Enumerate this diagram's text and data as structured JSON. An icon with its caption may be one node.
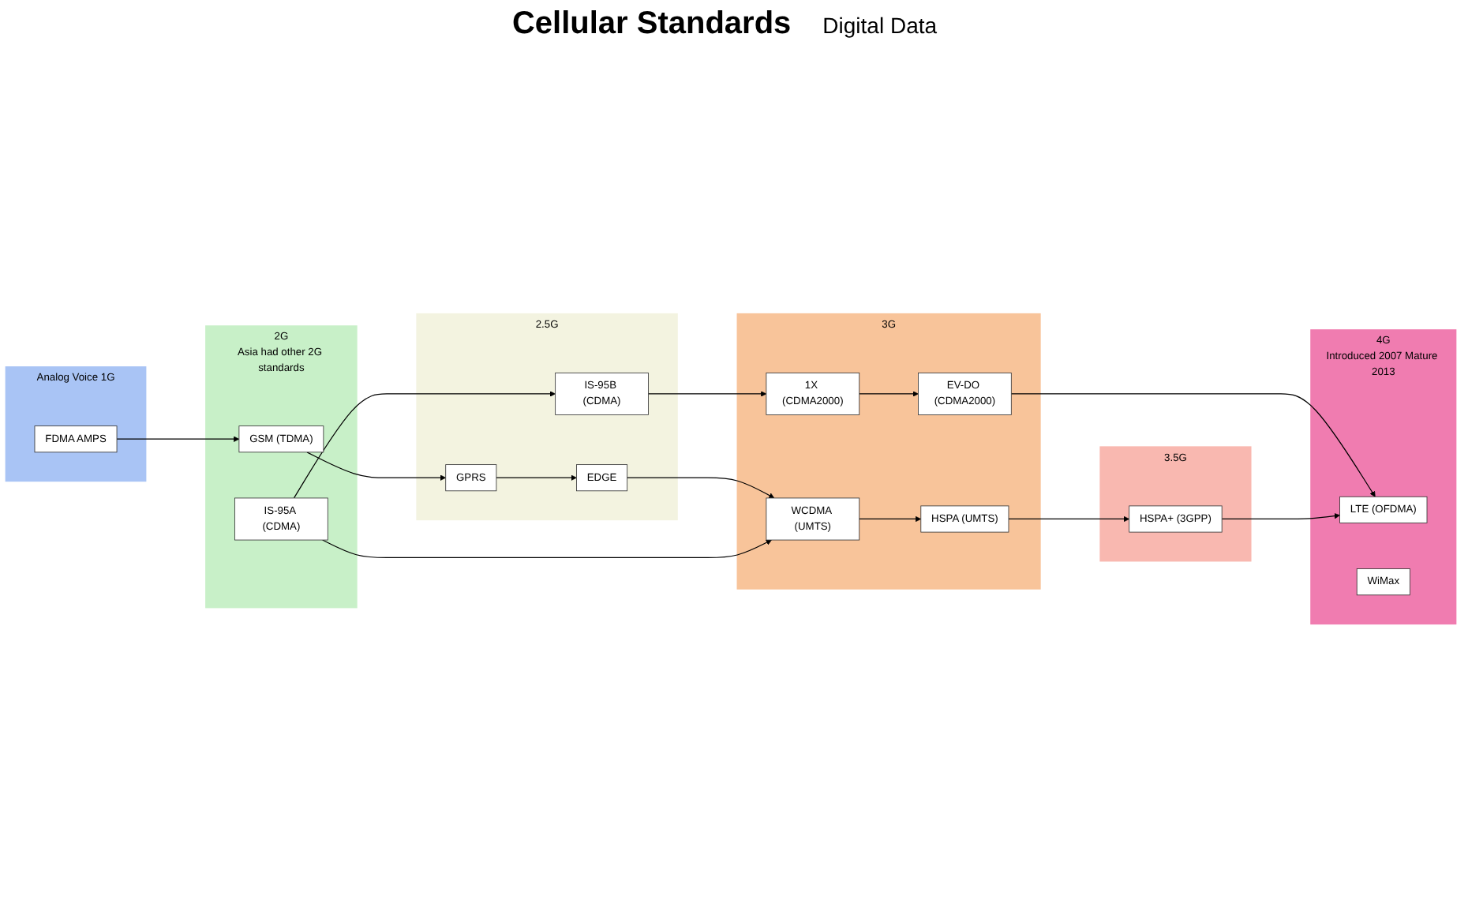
{
  "diagram": {
    "title": "Cellular Standards",
    "nodes": [
      {
        "text": [
          "Analog Voice 1G"
        ]
      },
      {
        "text": [
          "FDMA AMPS"
        ],
        "in": 0
      },
      {
        "text": [
          "2G",
          "Asia had other 2G standards"
        ]
      },
      {
        "text": [
          "GSM (TDMA)"
        ],
        "in": 2
      },
      {
        "text": [
          "IS-95A (CDMA)"
        ],
        "in": 2
      },
      {
        "text": [
          "2.5G"
        ]
      },
      {
        "text": [
          "GPRS"
        ],
        "in": 5
      },
      {
        "text": [
          "EDGE"
        ],
        "in": 5
      },
      {
        "text": [
          "IS-95B (CDMA)"
        ],
        "in": 5
      },
      {
        "text": [
          "3G"
        ]
      },
      {
        "text": [
          "WCDMA (UMTS)"
        ],
        "in": 9
      },
      {
        "text": [
          "HSPA (UMTS)"
        ],
        "in": 9
      },
      {
        "text": [
          "EV-DO (CDMA2000)"
        ],
        "in": 9
      },
      {
        "text": [
          "1X (CDMA2000)"
        ],
        "in": 9
      },
      {
        "text": [
          "3.5G"
        ]
      },
      {
        "text": [
          "HSPA+ (3GPP)"
        ],
        "in": 14
      },
      {
        "text": [
          "4G",
          "Introduced 2007 Mature 2013"
        ]
      },
      {
        "text": [
          "LTE (OFDMA)"
        ],
        "in": 16
      },
      {
        "text": [
          "WiMax"
        ],
        "in": 16
      }
    ],
    "edges": [
      {
        "from": 1,
        "to": 3,
        "arrow": "to"
      },
      {
        "from": 3,
        "to": 6,
        "arrow": "to"
      },
      {
        "from": 6,
        "to": 7,
        "arrow": "to"
      },
      {
        "from": 7,
        "to": 10,
        "arrow": "to"
      },
      {
        "from": 4,
        "to": 10,
        "arrow": "to"
      },
      {
        "from": 4,
        "to": 8,
        "arrow": "to"
      },
      {
        "from": 8,
        "to": 13,
        "arrow": "to"
      },
      {
        "from": 13,
        "to": 12,
        "arrow": "to"
      },
      {
        "from": 12,
        "to": 17,
        "arrow": "to"
      },
      {
        "from": 10,
        "to": 11,
        "arrow": "to"
      },
      {
        "from": 11,
        "to": 15,
        "arrow": "to"
      },
      {
        "from": 15,
        "to": 17,
        "arrow": "to"
      }
    ],
    "labels": [
      "Digital Data"
    ]
  }
}
